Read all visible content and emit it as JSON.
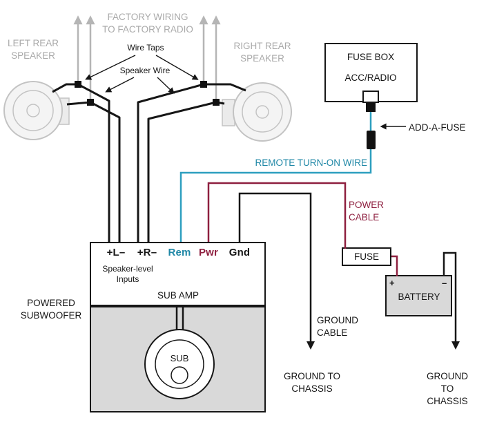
{
  "colors": {
    "remote_wire": "#2d9fbf",
    "remote_text": "#1f87a6",
    "power_wire": "#8e1f3f",
    "ground_wire": "#161616",
    "factory_gray": "#b5b5b5",
    "enclosure_gray": "#d9d9d9"
  },
  "factory": {
    "wiring_label": "FACTORY WIRING\nTO FACTORY RADIO",
    "left_speaker_label": "LEFT REAR\nSPEAKER",
    "right_speaker_label": "RIGHT REAR\nSPEAKER",
    "wire_taps_label": "Wire Taps",
    "speaker_wire_label": "Speaker Wire"
  },
  "fuse_box": {
    "title": "FUSE BOX",
    "circuit": "ACC/RADIO",
    "add_a_fuse_label": "ADD-A-FUSE"
  },
  "wires": {
    "remote_label": "REMOTE TURN-ON WIRE",
    "power_label": "POWER\nCABLE",
    "ground_label": "GROUND\nCABLE"
  },
  "amp": {
    "terminals": [
      "+L–",
      "+R–",
      "Rem",
      "Pwr",
      "Gnd"
    ],
    "inputs_label": "Speaker-level\nInputs",
    "title": "SUB AMP",
    "speaker_label": "SUB",
    "unit_label": "POWERED\nSUBWOOFER"
  },
  "power_path": {
    "fuse_label": "FUSE",
    "battery_label": "BATTERY",
    "plus": "+",
    "minus": "–"
  },
  "grounds": {
    "left_label": "GROUND TO\nCHASSIS",
    "right_label": "GROUND TO\nCHASSIS"
  }
}
